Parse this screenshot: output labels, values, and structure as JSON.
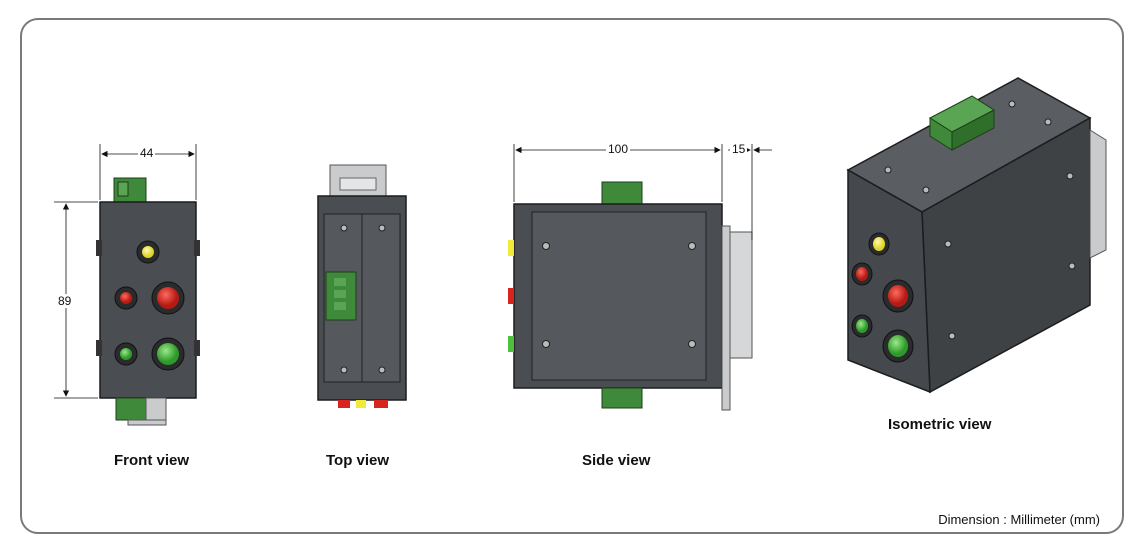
{
  "captions": {
    "front": "Front view",
    "top": "Top view",
    "side": "Side view",
    "iso": "Isometric view"
  },
  "dimensions": {
    "width": "44",
    "height": "89",
    "length": "100",
    "rail": "15"
  },
  "units_note": "Dimension : Millimeter (mm)",
  "colors": {
    "body": "#4a4d51",
    "body_dark": "#3a3d40",
    "connector": "#3f8a3a",
    "lamp_yellow": "#f2ea3a",
    "lamp_red": "#d8241f",
    "lamp_green": "#4fbf3f",
    "rail": "#c9cbcd"
  }
}
